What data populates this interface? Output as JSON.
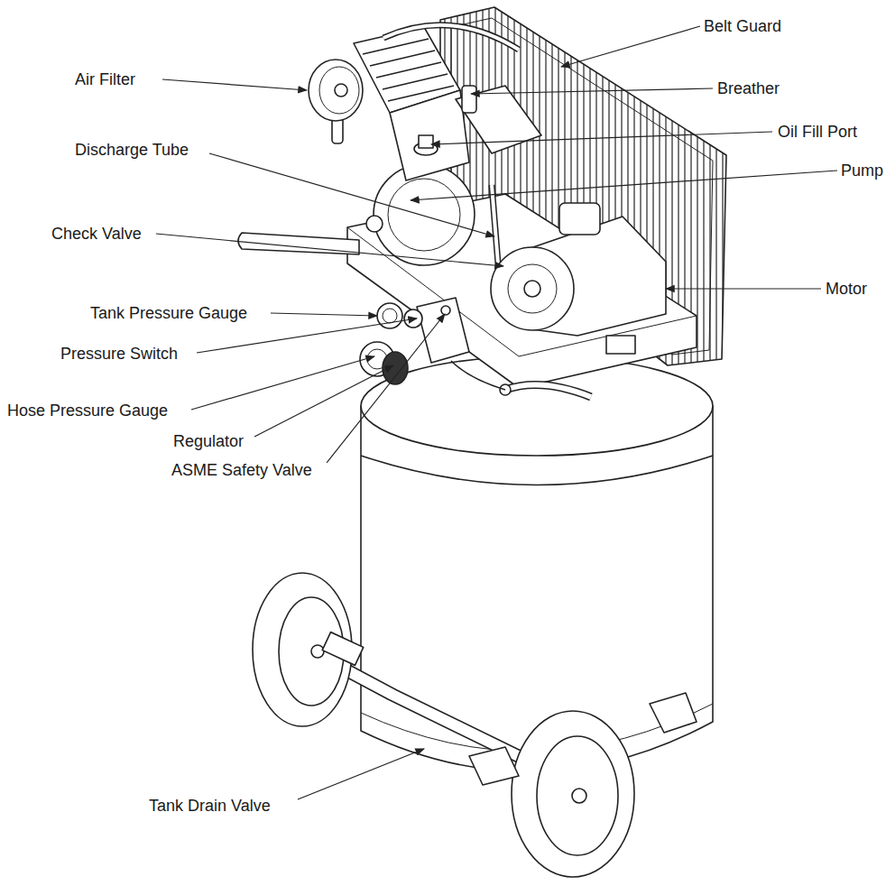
{
  "diagram": {
    "labels": [
      "Belt Guard",
      "Air Filter",
      "Breather",
      "Oil Fill Port",
      "Discharge Tube",
      "Pump",
      "Check Valve",
      "Motor",
      "Tank Pressure Gauge",
      "Pressure Switch",
      "Hose Pressure Gauge",
      "Regulator",
      "ASME Safety Valve",
      "Tank Drain Valve"
    ]
  }
}
